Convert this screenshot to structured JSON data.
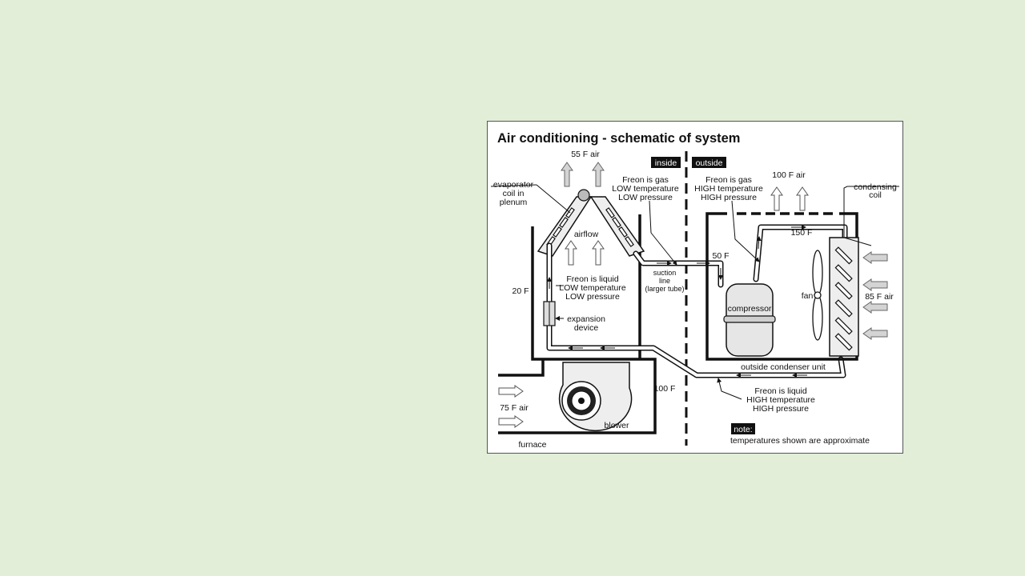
{
  "diagram": {
    "title": "Air conditioning - schematic of system",
    "tags": {
      "inside": "inside",
      "outside": "outside",
      "note": "note:"
    },
    "labels": {
      "air_55": "55 F air",
      "air_100": "100 F air",
      "air_85": "85 F air",
      "air_75": "75 F air",
      "evaporator": "evaporator",
      "coil_in": "coil in",
      "plenum": "plenum",
      "airflow": "airflow",
      "gas_low_1": "Freon is gas",
      "gas_low_2": "LOW temperature",
      "gas_low_3": "LOW pressure",
      "gas_high_1": "Freon is gas",
      "gas_high_2": "HIGH temperature",
      "gas_high_3": "HIGH pressure",
      "condensing": "condensing",
      "coil": "coil",
      "t150": "150 F",
      "t50": "50 F",
      "t20": "20 F",
      "t100": "100 F",
      "suction_1": "suction",
      "suction_2": "line",
      "suction_3": "(larger tube)",
      "liq_low_1": "Freon is liquid",
      "liq_low_2": "LOW temperature",
      "liq_low_3": "LOW pressure",
      "compressor": "compressor",
      "fan": "fan",
      "expansion_1": "expansion",
      "expansion_2": "device",
      "outside_unit": "outside condenser unit",
      "liq_high_1": "Freon is liquid",
      "liq_high_2": "HIGH temperature",
      "liq_high_3": "HIGH pressure",
      "blower": "blower",
      "furnace": "furnace",
      "note_text": "temperatures shown are approximate"
    }
  }
}
